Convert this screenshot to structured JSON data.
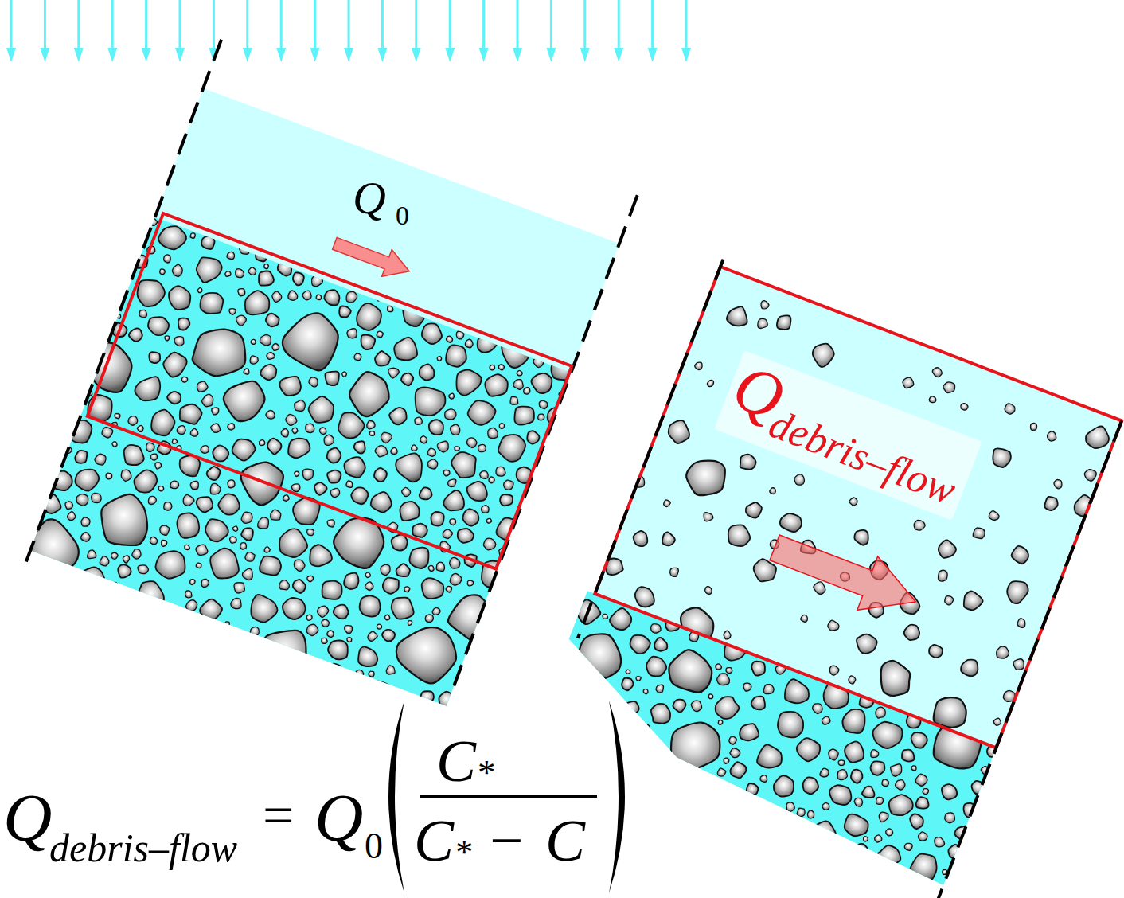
{
  "diagram": {
    "labels": [
      "Q",
      "0",
      "Q",
      "debris–flow",
      "Q",
      "debris–flow",
      "=",
      "Q",
      "0",
      "C",
      "*",
      "C",
      "*",
      "−",
      "C"
    ]
  }
}
